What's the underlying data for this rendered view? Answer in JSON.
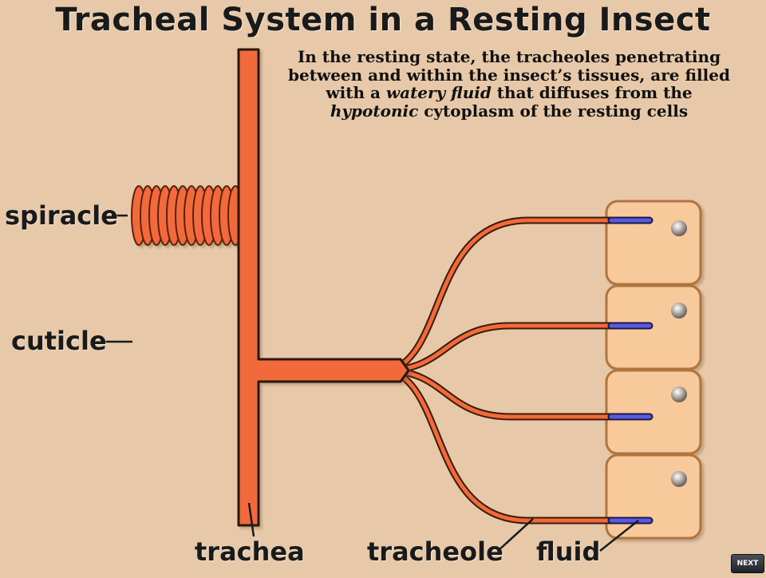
{
  "title": "Tracheal System in a Resting Insect",
  "caption": {
    "line1": "In the resting state, the tracheoles penetrating",
    "line2": "between and within the insect’s tissues, are filled",
    "line3_pre": "with a ",
    "line3_em": "watery fluid",
    "line3_post": " that diffuses from the",
    "line4_em": "hypotonic",
    "line4_post": " cytoplasm of the resting cells"
  },
  "labels": {
    "spiracle": "spiracle",
    "cuticle": "cuticle",
    "trachea": "trachea",
    "tracheole": "tracheole",
    "fluid": "fluid"
  },
  "nav": {
    "next_label": "NEXT"
  },
  "colors": {
    "background": "#e7c9a9",
    "trachea": "#f26a3a",
    "trachea_outline": "#3a1a0a",
    "cell_fill": "#f8c99a",
    "cell_border": "#b0743e",
    "fluid": "#5a5ae0",
    "nucleus": "#b8b8b8"
  }
}
